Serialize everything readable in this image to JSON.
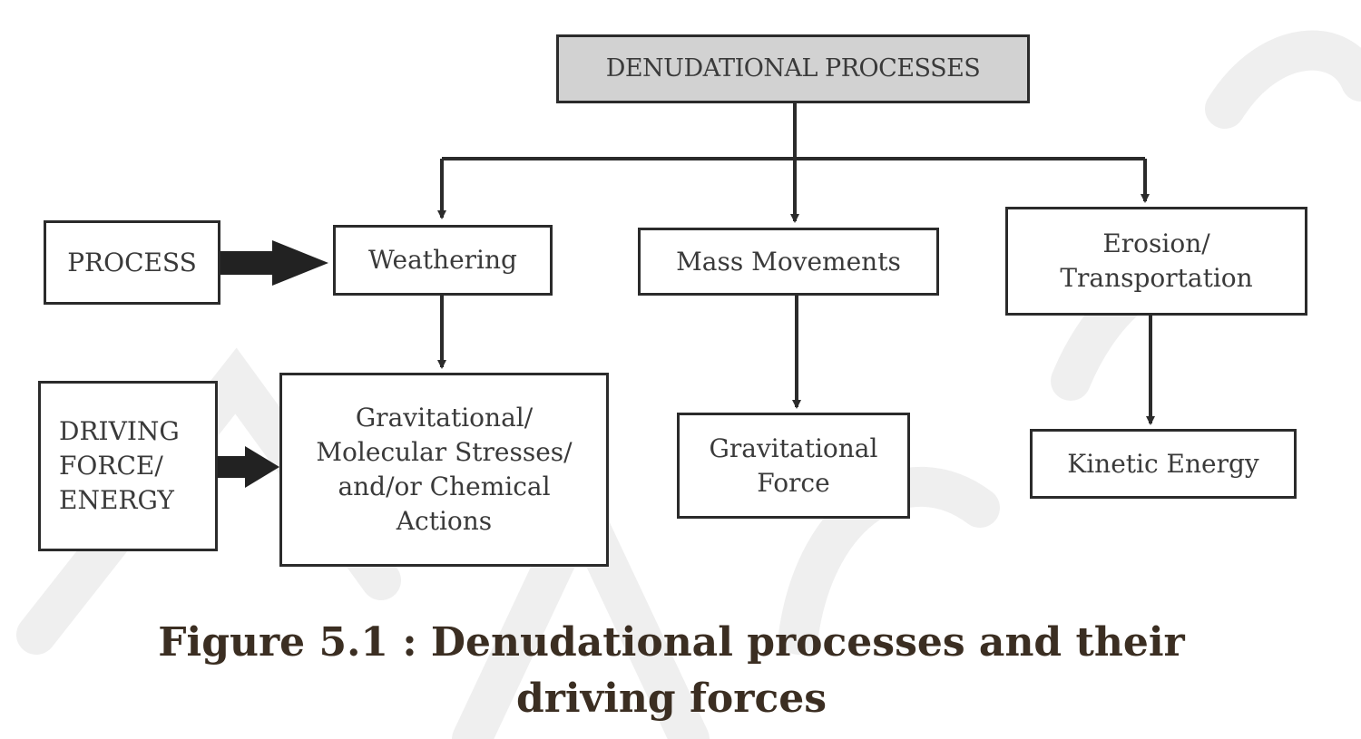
{
  "diagram": {
    "root": "DENUDATIONAL PROCESSES",
    "row_labels": {
      "process": "PROCESS",
      "driving_force": "DRIVING\nFORCE/\nENERGY"
    },
    "processes": [
      {
        "label": "Weathering",
        "force": "Gravitational/\nMolecular Stresses/\nand/or Chemical\nActions"
      },
      {
        "label": "Mass Movements",
        "force": "Gravitational\nForce"
      },
      {
        "label": "Erosion/\nTransportation",
        "force": "Kinetic Energy"
      }
    ]
  },
  "caption": "Figure 5.1 : Denudational processes and their\ndriving forces",
  "colors": {
    "box_border": "#2b2b2b",
    "root_fill": "#d2d2d2",
    "caption": "#3b2e22",
    "watermark": "#ececec"
  }
}
